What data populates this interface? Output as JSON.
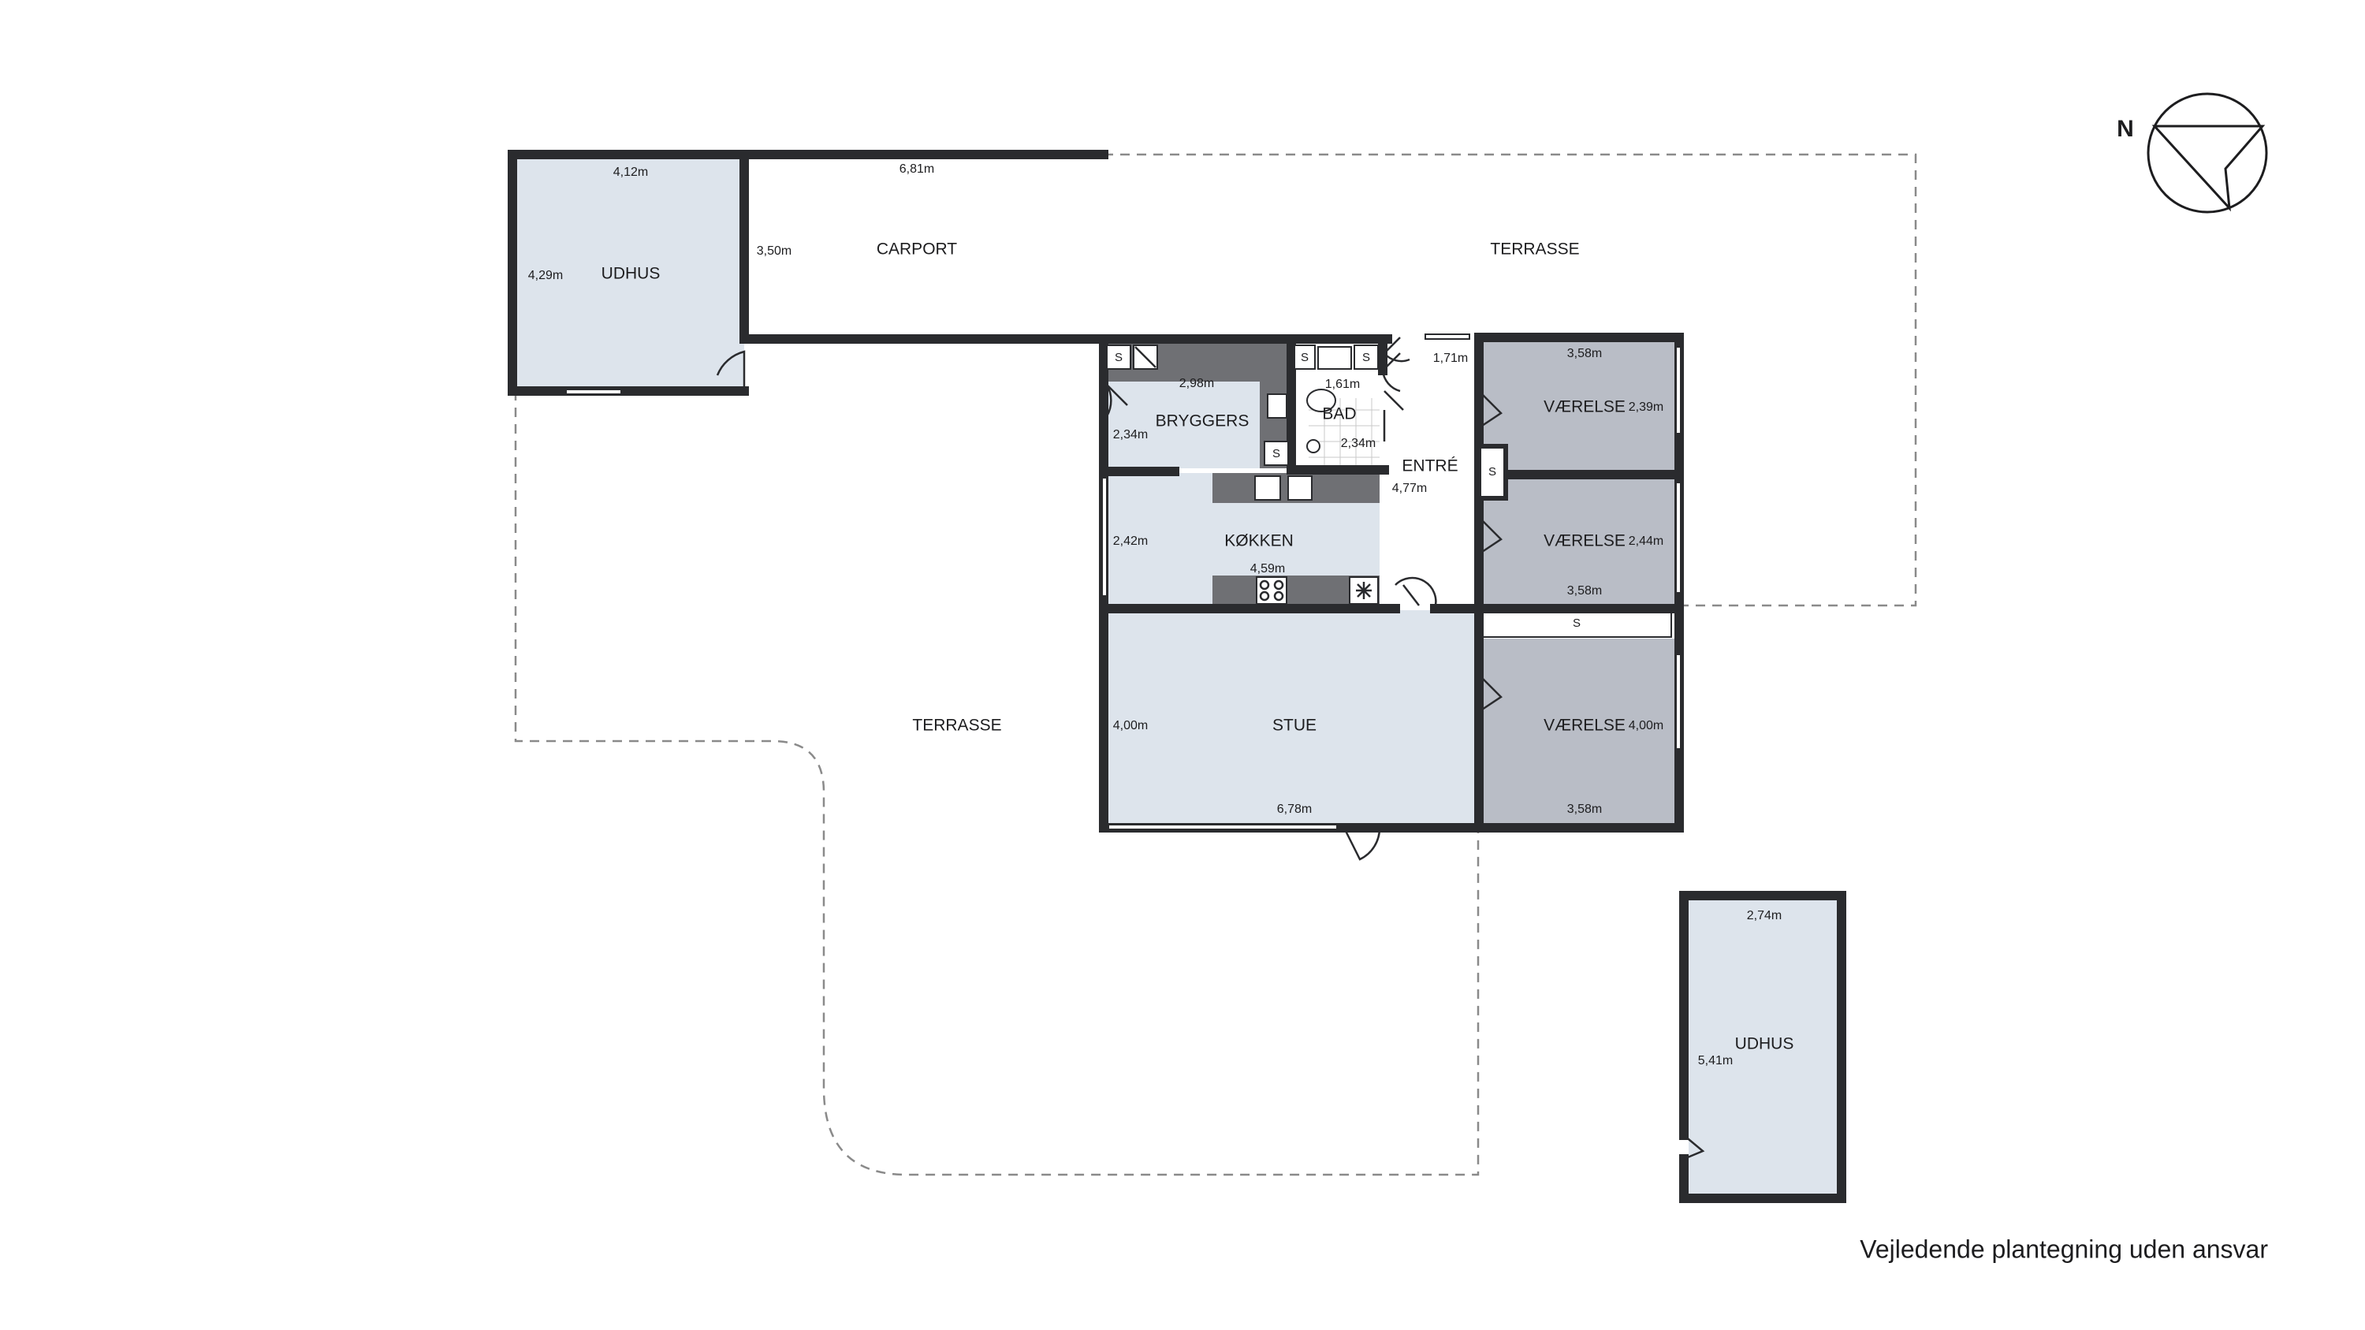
{
  "compass": {
    "label": "N"
  },
  "disclaimer": "Vejledende plantegning uden ansvar",
  "colors": {
    "wall": "#2a2b2e",
    "room_light": "#dde4ec",
    "room_dark": "#b9bdc6",
    "counter": "#6f7074",
    "terrace_outline": "#8a8a8a",
    "background": "#ffffff"
  },
  "rooms": {
    "udhus_1": {
      "label": "UDHUS",
      "width": "4,12m",
      "depth": "4,29m"
    },
    "carport": {
      "label": "CARPORT",
      "width": "6,81m",
      "depth": "3,50m"
    },
    "terrasse_north": {
      "label": "TERRASSE"
    },
    "terrasse_west": {
      "label": "TERRASSE"
    },
    "bryggers": {
      "label": "BRYGGERS",
      "width": "2,98m",
      "depth": "2,34m"
    },
    "bad": {
      "label": "BAD",
      "width": "1,61m",
      "depth": "2,34m"
    },
    "entre": {
      "label": "ENTRÉ",
      "width": "1,71m",
      "depth": "4,77m"
    },
    "koekken": {
      "label": "KØKKEN",
      "width": "4,59m",
      "depth": "2,42m"
    },
    "vaerelse_1": {
      "label": "VÆRELSE",
      "width": "3,58m",
      "depth": "2,39m"
    },
    "vaerelse_2": {
      "label": "VÆRELSE",
      "width": "3,58m",
      "depth": "2,44m"
    },
    "vaerelse_3": {
      "label": "VÆRELSE",
      "width": "3,58m",
      "depth": "4,00m"
    },
    "stue": {
      "label": "STUE",
      "width": "6,78m",
      "depth": "4,00m"
    },
    "udhus_2": {
      "label": "UDHUS",
      "width": "2,74m",
      "depth": "5,41m"
    }
  },
  "cabinet_marker": "S",
  "icons": [
    "compass-icon",
    "door-swing-icon",
    "stove-icon",
    "freezer-icon",
    "sink-icon",
    "toilet-icon",
    "shower-icon",
    "washer-icon"
  ]
}
